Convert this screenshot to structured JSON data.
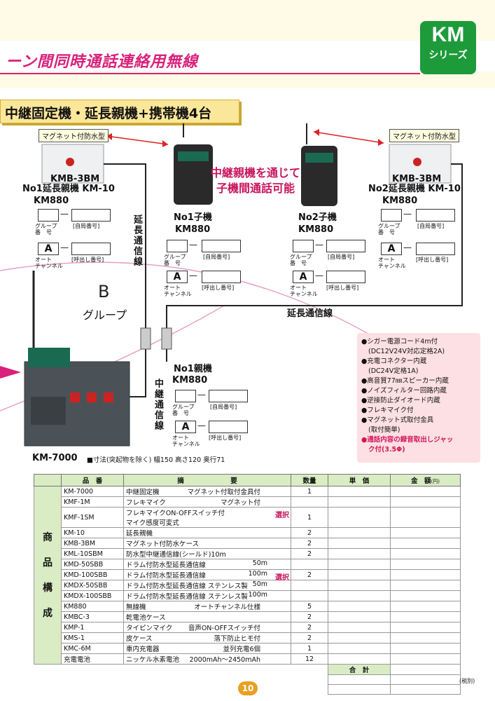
{
  "header": {
    "title": "ーン間同時通話連絡用無線",
    "logo_km": "KM",
    "logo_series": "シリーズ",
    "accent_color": "#d9207a",
    "logo_color": "#1d9b3a"
  },
  "section_title": "中継固定機・延長親機+携帯機4台",
  "diagram": {
    "magnet_tag_left": "マグネット付防水型",
    "magnet_tag_right": "マグネット付防水型",
    "left_unit": {
      "l1": "KMB-3BM",
      "l2": "No1延長親機 KM-10",
      "l3": "KM880"
    },
    "right_unit": {
      "l1": "KMB-3BM",
      "l2": "No2延長親機 KM-10",
      "l3": "KM880"
    },
    "center_msg_1": "中継親機を通じて",
    "center_msg_2": "子機間通話可能",
    "child1": {
      "l1": "No1子機",
      "l2": "KM880"
    },
    "child2": {
      "l1": "No2子機",
      "l2": "KM880"
    },
    "parent": {
      "l1": "No1親機",
      "l2": "KM880"
    },
    "ext_line_vertical": "延長通信線",
    "ext_line_horizontal": "延長通信線",
    "relay_line": "中継通信線",
    "group_letter": "B",
    "group_label": "グループ",
    "field_group": "グループ",
    "field_number": "番　号",
    "field_self": "[自局番号]",
    "field_auto": "オート",
    "field_channel": "チャンネル",
    "field_call": "[呼出し番号]",
    "a_value": "A",
    "dash": "—",
    "base_model": "KM-7000",
    "dimensions": "■寸法(突起物を除く) 幅150  高さ120  奥行71"
  },
  "features": [
    "●シガー電源コード4m付",
    "(DC12V24V対応定格2A)",
    "●充電コネクター内蔵",
    "(DC24V定格1A)",
    "●高音質77㎜スピーカー内蔵",
    "●ノイズフィルター回路内蔵",
    "●逆接防止ダイオード内蔵",
    "●フレキマイク付",
    "●マグネット式取付金具",
    "(取付簡単)"
  ],
  "feature_highlight_1": "●通話内容の録音取出しジャッ",
  "feature_highlight_2": "ク付(3.5Φ)",
  "table": {
    "headers": [
      "品　番",
      "摘　　　　　　　要",
      "数量",
      "単　価",
      "金　額"
    ],
    "amount_unit": "(円)",
    "side_label": [
      "商",
      "品",
      "構",
      "成"
    ],
    "select_label": "選択",
    "rows": [
      {
        "code": "KM-7000",
        "desc": "中継固定機",
        "note": "マグネット付取付金具付",
        "qty": "1"
      },
      {
        "code": "KMF-1M",
        "desc": "フレキマイク",
        "note": "マグネット付",
        "qty": ""
      },
      {
        "code": "KMF-1SM",
        "desc": "フレキマイクON-OFFスイッチ付",
        "note": "",
        "desc2": "マイク感度可変式",
        "qty": "1"
      },
      {
        "code": "KM-10",
        "desc": "延長親機",
        "note": "",
        "qty": "2"
      },
      {
        "code": "KMB-3BM",
        "desc": "マグネット付防水ケース",
        "note": "",
        "qty": "2"
      },
      {
        "code": "KML-10SBM",
        "desc": "防水型中継通信線(シールド)10m",
        "note": "",
        "qty": "2"
      },
      {
        "code": "KMD-50SBB",
        "desc": "ドラム付防水型延長通信線",
        "note": "50m",
        "qty": ""
      },
      {
        "code": "KMD-100SBB",
        "desc": "ドラム付防水型延長通信線",
        "note": "100m",
        "qty": "2"
      },
      {
        "code": "KMDX-50SBB",
        "desc": "ドラム付防水型延長通信線 ステンレス製",
        "note": "50m",
        "qty": ""
      },
      {
        "code": "KMDX-100SBB",
        "desc": "ドラム付防水型延長通信線 ステンレス製",
        "note": "100m",
        "qty": ""
      },
      {
        "code": "KM880",
        "desc": "無線機",
        "note": "オートチャンネル仕様",
        "qty": "5"
      },
      {
        "code": "KMBC-3",
        "desc": "乾電池ケース",
        "note": "",
        "qty": "2"
      },
      {
        "code": "KMP-1",
        "desc": "タイピンマイク",
        "note": "音声ON-OFFスイッチ付",
        "qty": "2"
      },
      {
        "code": "KMS-1",
        "desc": "皮ケース",
        "note": "落下防止ヒモ付",
        "qty": "2"
      },
      {
        "code": "KMC-6M",
        "desc": "車内充電器",
        "note": "並列充電6個",
        "qty": "1"
      },
      {
        "code": "充電電池",
        "desc": "ニッケル水素電池",
        "note": "2000mAh～2450mAh",
        "qty": "12"
      }
    ],
    "total_label": "合　計",
    "tax_note": "(税別)"
  },
  "page_number": "10"
}
